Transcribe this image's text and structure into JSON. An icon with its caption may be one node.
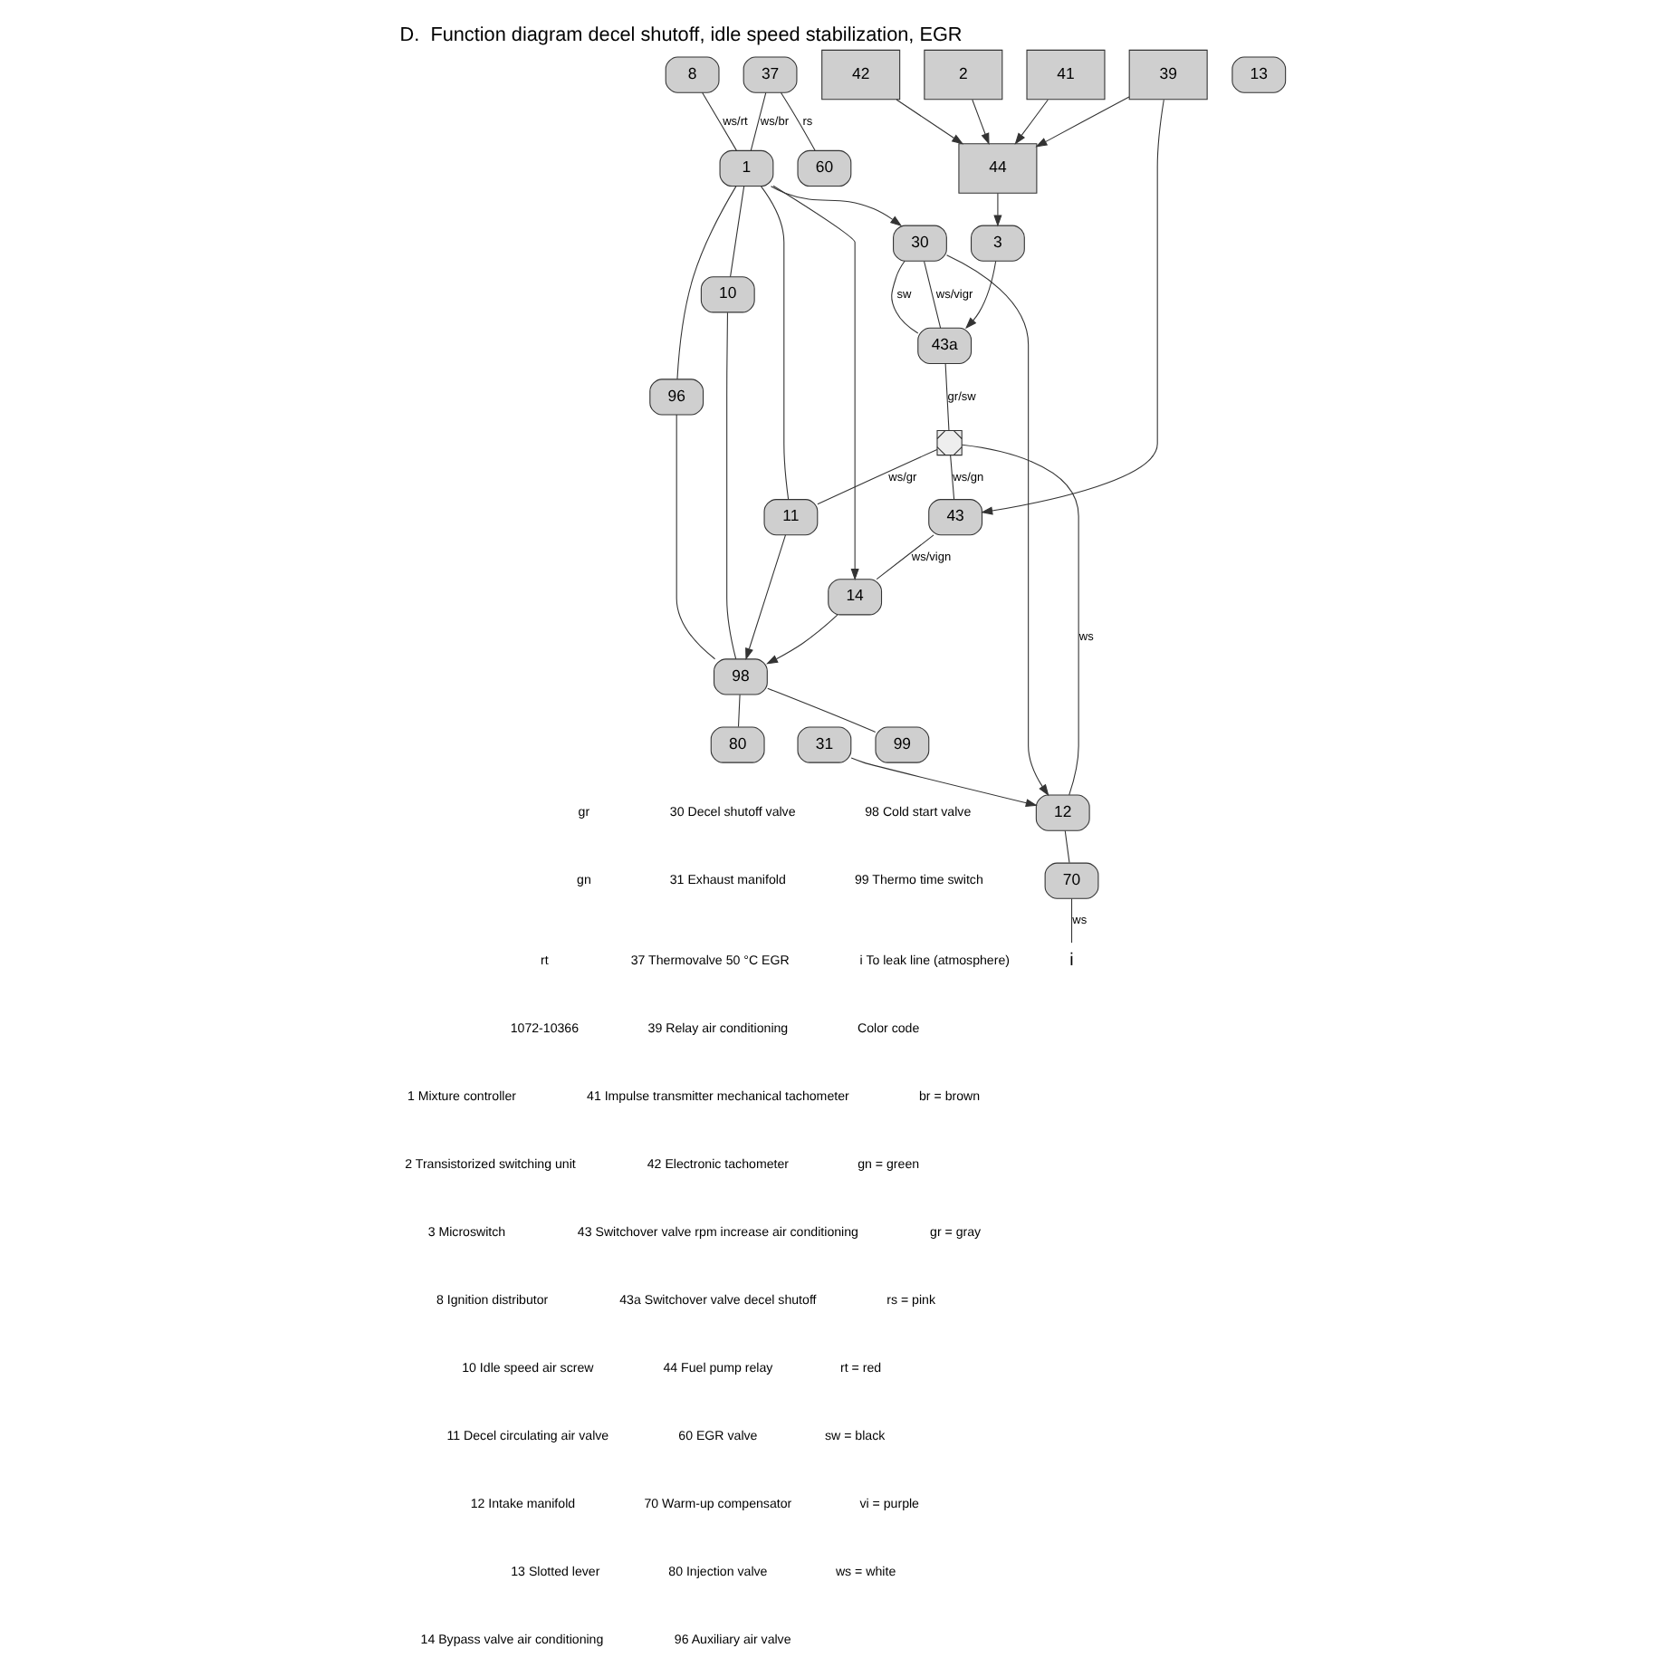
{
  "diagram": {
    "title": "D.  Function diagram decel shutoff, idle speed stabilization, EGR",
    "nodes": [
      {
        "text": [
          "1"
        ]
      },
      {
        "text": [
          "2"
        ]
      },
      {
        "text": [
          "3"
        ]
      },
      {
        "text": [
          "8"
        ]
      },
      {
        "text": [
          "10"
        ]
      },
      {
        "text": [
          "11"
        ]
      },
      {
        "text": [
          "12"
        ]
      },
      {
        "text": [
          "13"
        ]
      },
      {
        "text": [
          "14"
        ]
      },
      {
        "text": [
          "30"
        ]
      },
      {
        "text": [
          "31"
        ]
      },
      {
        "text": [
          "37"
        ]
      },
      {
        "text": [
          "39"
        ]
      },
      {
        "text": [
          "41"
        ]
      },
      {
        "text": [
          "42"
        ]
      },
      {
        "text": [
          "43"
        ]
      },
      {
        "text": [
          "43a"
        ]
      },
      {
        "text": [
          "44"
        ]
      },
      {
        "text": [
          "60"
        ]
      },
      {
        "text": [
          "70"
        ]
      },
      {
        "text": [
          "80"
        ]
      },
      {
        "text": [
          "96"
        ]
      },
      {
        "text": [
          "98"
        ]
      },
      {
        "text": [
          "99"
        ]
      },
      {
        "text": [
          "i"
        ]
      },
      {
        "text": [],
        "shape": "cross"
      }
    ],
    "edges": [
      {
        "from": 0,
        "to": 9,
        "arrow": "to"
      },
      {
        "from": 9,
        "to": 6,
        "arrow": "to"
      },
      {
        "from": 9,
        "to": 16,
        "arrow": "none",
        "label": "sw"
      },
      {
        "from": 9,
        "to": 16,
        "arrow": "none",
        "label": "ws/vigr"
      },
      {
        "from": 16,
        "to": 25,
        "arrow": "none",
        "label": "gr/sw"
      },
      {
        "from": 25,
        "to": 15,
        "arrow": "none",
        "label": "ws/gn"
      },
      {
        "from": 25,
        "to": 5,
        "arrow": "none",
        "label": "ws/gr"
      },
      {
        "from": 25,
        "to": 6,
        "arrow": "none",
        "label": "ws"
      },
      {
        "from": 2,
        "to": 16,
        "arrow": "to"
      },
      {
        "from": 17,
        "to": 2,
        "arrow": "to"
      },
      {
        "from": 12,
        "to": 15,
        "arrow": "to"
      },
      {
        "from": 15,
        "to": 8,
        "arrow": "none",
        "label": "ws/vign"
      },
      {
        "from": 13,
        "to": 17,
        "arrow": "to"
      },
      {
        "from": 14,
        "to": 17,
        "arrow": "to"
      },
      {
        "from": 12,
        "to": 17,
        "arrow": "to"
      },
      {
        "from": 1,
        "to": 17,
        "arrow": "to"
      },
      {
        "from": 3,
        "to": 0,
        "arrow": "none",
        "label": "ws/rt"
      },
      {
        "from": 11,
        "to": 0,
        "arrow": "none",
        "label": "ws/br"
      },
      {
        "from": 11,
        "to": 18,
        "arrow": "none",
        "label": "rs"
      },
      {
        "from": 10,
        "to": 6,
        "arrow": "to"
      },
      {
        "from": 6,
        "to": 19,
        "arrow": "none"
      },
      {
        "from": 19,
        "to": 24,
        "arrow": "none",
        "label": "ws"
      },
      {
        "from": 22,
        "to": 23,
        "arrow": "none"
      },
      {
        "from": 0,
        "to": 4,
        "arrow": "none"
      },
      {
        "from": 0,
        "to": 5,
        "arrow": "none"
      },
      {
        "from": 0,
        "to": 8,
        "arrow": "to"
      },
      {
        "from": 0,
        "to": 21,
        "arrow": "none"
      },
      {
        "from": 4,
        "to": 22,
        "arrow": "none"
      },
      {
        "from": 5,
        "to": 22,
        "arrow": "to"
      },
      {
        "from": 8,
        "to": 22,
        "arrow": "to"
      },
      {
        "from": 21,
        "to": 22,
        "arrow": "none"
      },
      {
        "from": 22,
        "to": 20,
        "arrow": "none"
      }
    ],
    "labels": [
      "gr",
      "gn",
      "rt",
      "1072-10366",
      "1 Mixture controller",
      "2 Transistorized switching unit",
      "3 Microswitch",
      "8 Ignition distributor",
      "10 Idle speed air screw",
      "11 Decel circulating air valve",
      "12 Intake manifold",
      "13 Slotted lever",
      "14 Bypass valve air conditioning",
      "30 Decel shutoff valve",
      "31 Exhaust manifold",
      "37 Thermovalve 50 °C EGR",
      "39 Relay air conditioning",
      "41 Impulse transmitter mechanical tachometer",
      "42 Electronic tachometer",
      "43 Switchover valve rpm increase air conditioning",
      "43a Switchover valve decel shutoff",
      "44 Fuel pump relay",
      "60 EGR valve",
      "70 Warm-up compensator",
      "80 Injection valve",
      "96 Auxiliary air valve",
      "98 Cold start valve",
      "99 Thermo time switch",
      "i To leak line (atmosphere)",
      "Color code",
      "br = brown",
      "gn = green",
      "gr = gray",
      "rs = pink",
      "rt = red",
      "sw = black",
      "vi = purple",
      "ws = white"
    ]
  }
}
